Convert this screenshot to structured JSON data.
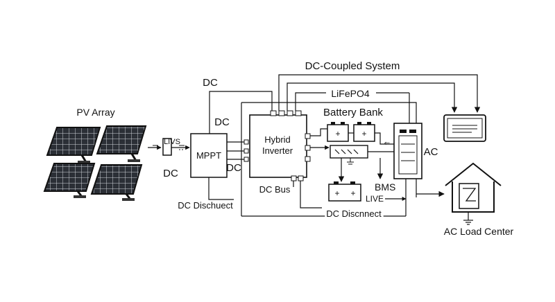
{
  "title": "DC-Coupled System",
  "labels": {
    "pv_array": "PV Array",
    "livs": "LIVS",
    "dc_left": "DC",
    "mppt": "MPPT",
    "dc_top": "DC",
    "dc_mid": "DC",
    "dc_low": "DC",
    "hybrid_inverter_line1": "Hybrid",
    "hybrid_inverter_line2": "Inverter",
    "lifepo4": "LiFePO4",
    "battery_bank": "Battery Bank",
    "ac": "AC",
    "dc_bus": "DC Bus",
    "dc_disconnect_left": "DC Dischuect",
    "bms": "BMS",
    "live": "LIVE",
    "dc_disconnect_bottom": "DC Discnnect",
    "ac_load_center": "AC Load Center"
  },
  "battery_terminals": [
    "+",
    "+"
  ],
  "bms_battery_terminals": [
    "+",
    "+"
  ],
  "icons": [
    "solar-panel-icon",
    "house-icon",
    "ground-icon",
    "battery-icon",
    "monitor-icon"
  ]
}
